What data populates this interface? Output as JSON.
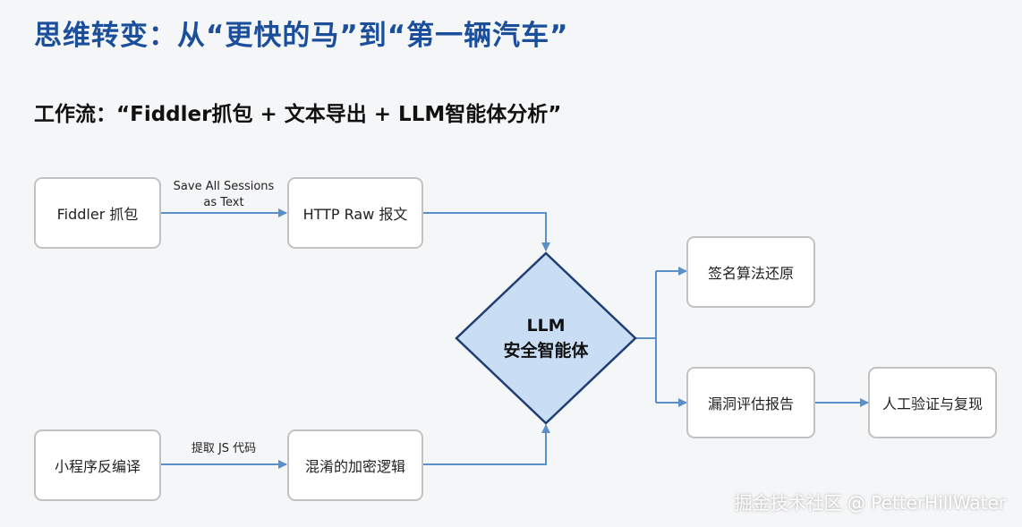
{
  "title": "思维转变：从“更快的马”到“第一辆汽车”",
  "subtitle": "工作流：“Fiddler抓包 + 文本导出 + LLM智能体分析”",
  "nodes": {
    "fiddler": "Fiddler 抓包",
    "http_raw": "HTTP Raw 报文",
    "decompile": "小程序反编译",
    "obfuscated": "混淆的加密逻辑",
    "agent_line1": "LLM",
    "agent_line2": "安全智能体",
    "signature": "签名算法还原",
    "vuln": "漏洞评估报告",
    "verify": "人工验证与复现"
  },
  "edge_labels": {
    "save_line1": "Save All Sessions",
    "save_line2": "as Text",
    "extract_js": "提取 JS 代码"
  },
  "watermark": "掘金技术社区 @ PetterHillWater",
  "colors": {
    "title": "#1b4f9c",
    "arrow": "#5b8fc9",
    "diamond_fill": "#c9def5",
    "diamond_stroke": "#1f3f73"
  }
}
